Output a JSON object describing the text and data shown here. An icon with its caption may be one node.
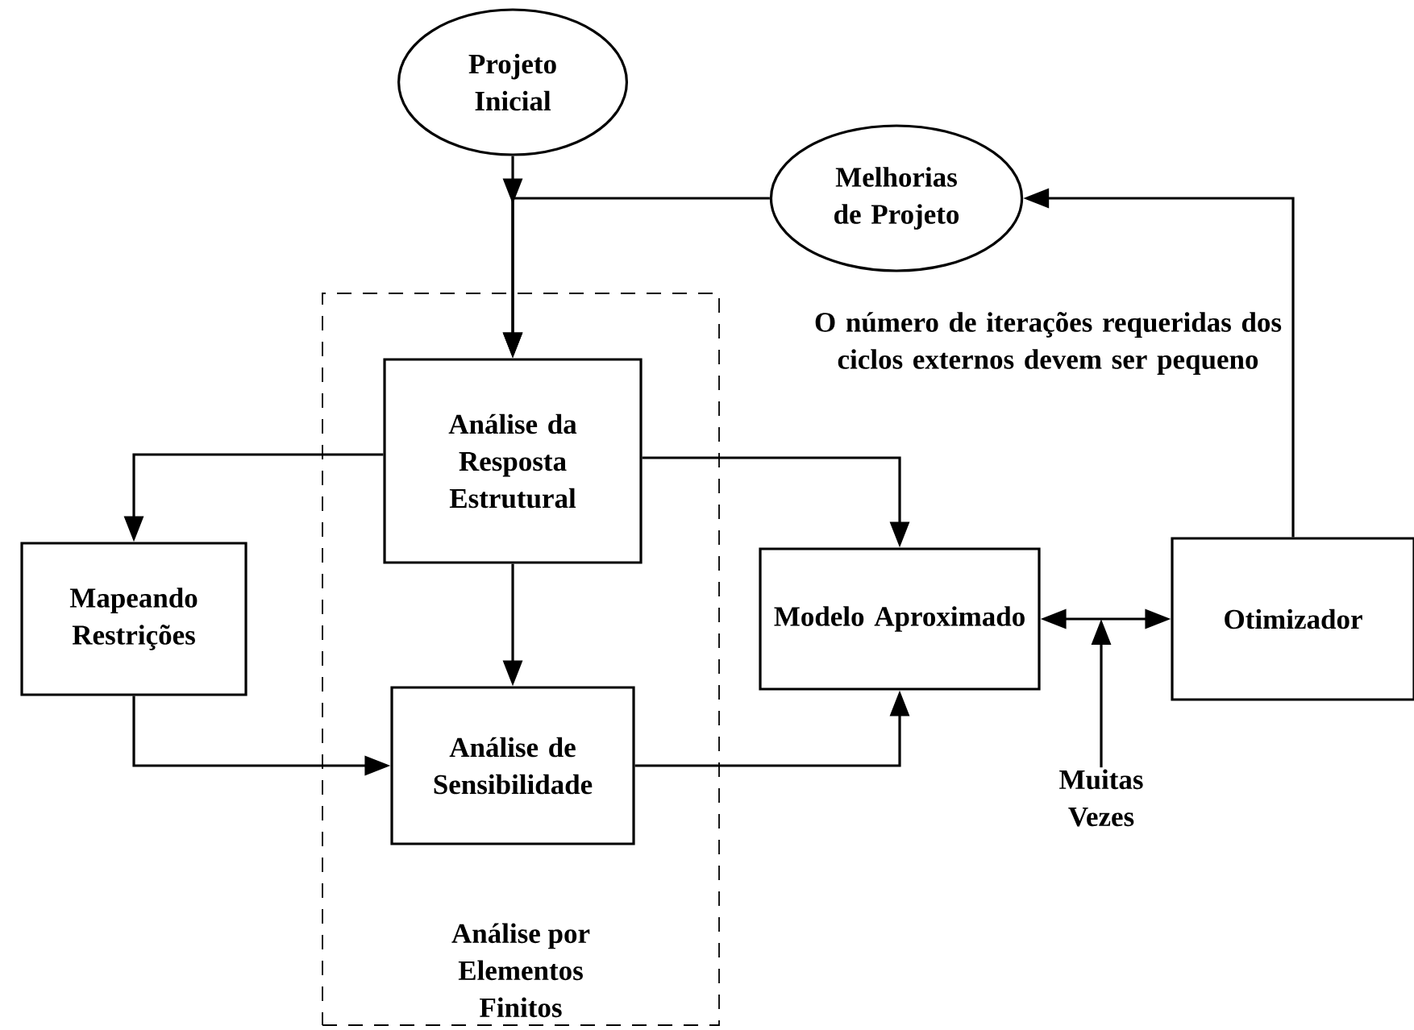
{
  "diagram": {
    "nodes": [
      {
        "text": [
          "Projeto Inicial"
        ]
      },
      {
        "text": [
          "Melhorias de Projeto"
        ]
      },
      {
        "text": [
          "Análise por Elementos Finitos"
        ]
      },
      {
        "text": [
          "Análise da Resposta Estrutural"
        ],
        "in": 2
      },
      {
        "text": [
          "Mapeando Restrições"
        ]
      },
      {
        "text": [
          "Análise de Sensibilidade"
        ],
        "in": 2
      },
      {
        "text": [
          "Modelo Aproximado"
        ]
      },
      {
        "text": [
          "Otimizador"
        ]
      },
      {
        "text": [
          "Muitas Vezes"
        ]
      }
    ],
    "edges": [
      {
        "from": 0,
        "to": 3,
        "arrow": "to"
      },
      {
        "from": 1,
        "to": 3,
        "arrow": "to"
      },
      {
        "from": 7,
        "to": 1,
        "arrow": "to"
      },
      {
        "from": 3,
        "to": 4,
        "arrow": "to"
      },
      {
        "from": 3,
        "to": 6,
        "arrow": "to"
      },
      {
        "from": 3,
        "to": 5,
        "arrow": "to"
      },
      {
        "from": 4,
        "to": 5,
        "arrow": "to"
      },
      {
        "from": 5,
        "to": 6,
        "arrow": "to"
      },
      {
        "from": 6,
        "to": 7,
        "arrow": "both"
      },
      {
        "from": 8,
        "to": null,
        "arrow": "to"
      }
    ],
    "labels": [
      "O número de iterações requeridas dos ciclos externos devem ser pequeno"
    ]
  }
}
